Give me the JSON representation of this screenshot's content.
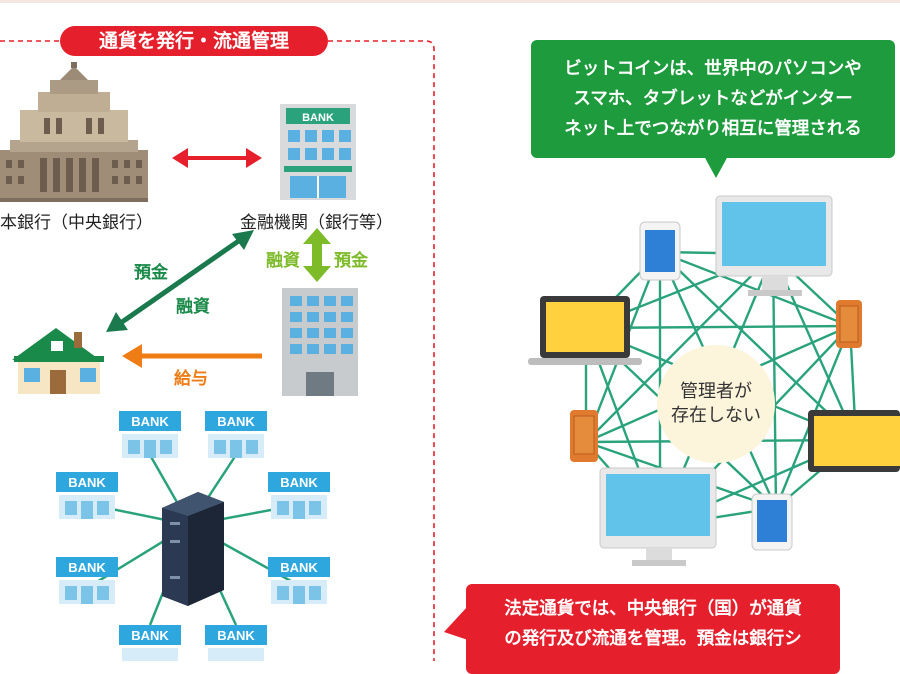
{
  "left_panel": {
    "title": "通貨を発行・流通管理",
    "central_bank_label": "本銀行（中央銀行）",
    "financial_inst_label": "金融機関（銀行等）",
    "bank_sign": "BANK",
    "deposit_label_left": "預金",
    "loan_label_left": "融資",
    "loan_label_right": "融資",
    "deposit_label_right": "預金",
    "salary_label": "給与",
    "network_bank_labels": [
      "BANK",
      "BANK",
      "BANK",
      "BANK",
      "BANK",
      "BANK",
      "BANK",
      "BANK"
    ]
  },
  "right_panel": {
    "bubble_lines": [
      "ビットコインは、世界中のパソコンや",
      "スマホ、タブレットなどがインター",
      "ネット上でつながり相互に管理される"
    ],
    "center_lines": [
      "管理者が",
      "存在しない"
    ]
  },
  "bottom_bubble": {
    "lines": [
      "法定通貨では、中央銀行（国）が通貨",
      "の発行及び流通を管理。預金は銀行シ"
    ]
  },
  "colors": {
    "red": "#e5202c",
    "green": "#1e9b3d",
    "dark_green": "#1a7a4e",
    "lime": "#7dbb29",
    "orange": "#ef7d16",
    "network_line": "#2aa37c",
    "bank_blue": "#2ea7df"
  }
}
